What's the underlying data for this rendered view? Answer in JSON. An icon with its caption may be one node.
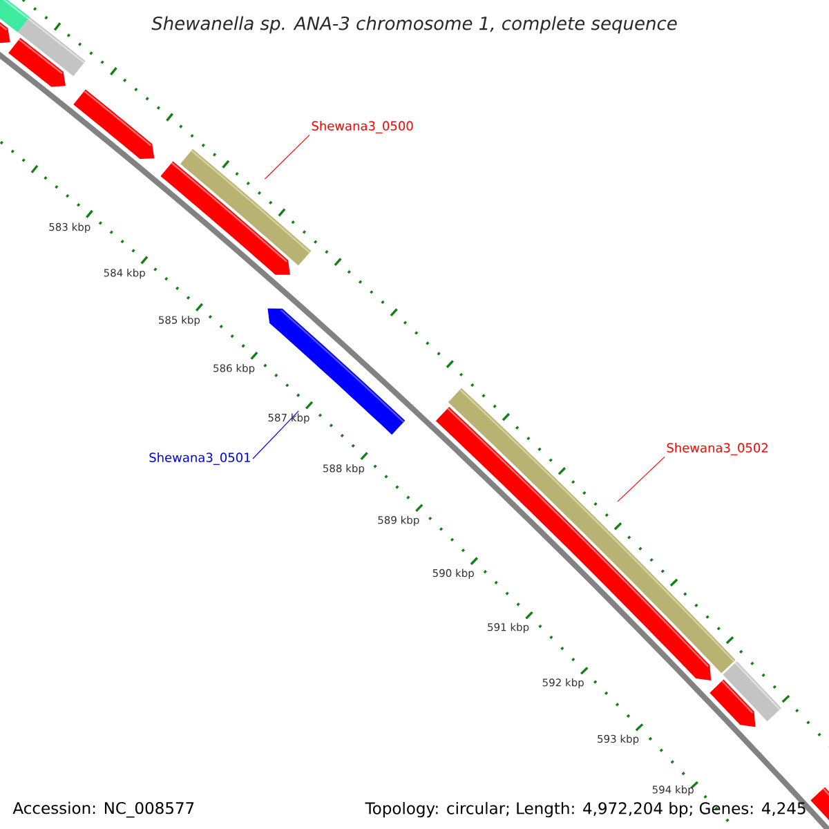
{
  "diagram": {
    "title": "Shewanella sp. ANA-3 chromosome 1, complete sequence",
    "nodes": [
      {
        "text": [
          "Shewana3_0500"
        ]
      },
      {
        "text": [
          "Shewana3_0501"
        ]
      },
      {
        "text": [
          "Shewana3_0502"
        ]
      },
      {
        "text": [],
        "shape": "bar"
      },
      {
        "text": [],
        "shape": "bar"
      },
      {
        "text": [],
        "shape": "bar"
      },
      {
        "text": [],
        "shape": "bar"
      },
      {
        "text": [],
        "shape": "bar"
      },
      {
        "text": [],
        "shape": "bar"
      },
      {
        "text": [],
        "shape": "bar"
      },
      {
        "text": [],
        "shape": "bar"
      },
      {
        "text": [],
        "shape": "bar"
      },
      {
        "text": [],
        "shape": "bar"
      },
      {
        "text": [],
        "shape": "bar"
      },
      {
        "text": [],
        "shape": "bar"
      },
      {
        "text": [],
        "shape": "bar"
      }
    ],
    "edges": [
      {
        "from": 0,
        "to": 8,
        "arrow": "none"
      },
      {
        "from": 1,
        "to": 10,
        "arrow": "none",
        "color": "#0000ff"
      },
      {
        "from": 2,
        "to": 12,
        "arrow": "none"
      }
    ],
    "labels": [
      "583 kbp",
      "584 kbp",
      "585 kbp",
      "586 kbp",
      "587 kbp",
      "588 kbp",
      "589 kbp",
      "590 kbp",
      "591 kbp",
      "592 kbp",
      "593 kbp",
      "594 kbp",
      "Accession: NC_008577",
      "Topology: circular; Length: 4,972,204 bp; Genes: 4,245"
    ]
  }
}
